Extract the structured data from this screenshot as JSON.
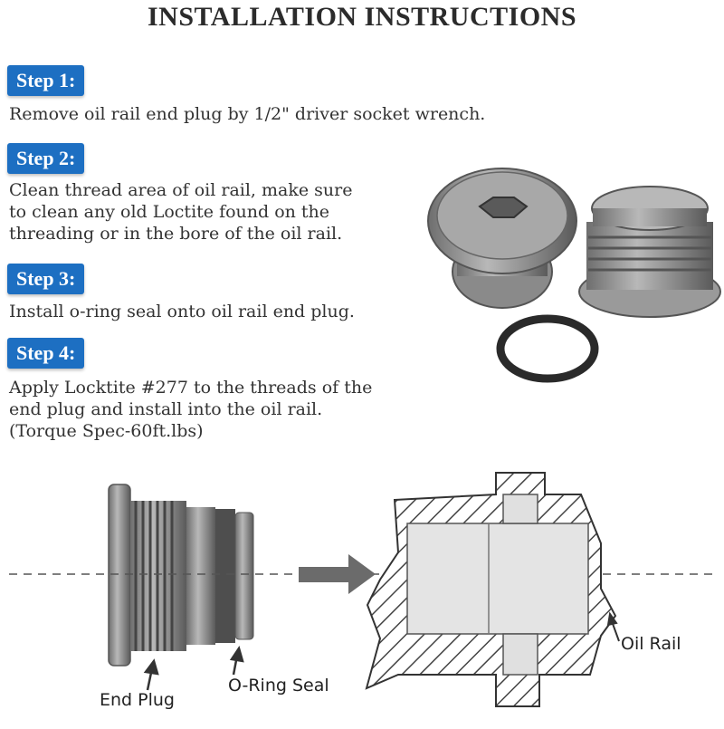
{
  "title": "INSTALLATION INSTRUCTIONS",
  "steps": [
    {
      "label": "Step 1:",
      "text": "Remove oil rail end plug by 1/2\" driver socket wrench."
    },
    {
      "label": "Step 2:",
      "text": "Clean thread area of oil rail, make sure to clean any old Loctite found on the threading or in the bore of the oil rail."
    },
    {
      "label": "Step 3:",
      "text": "Install o-ring seal onto oil rail end plug."
    },
    {
      "label": "Step 4:",
      "text": "Apply Locktite #277 to the threads of the end plug and install into the oil rail. (Torque Spec-60ft.lbs)"
    }
  ],
  "diagram": {
    "end_plug_label": "End Plug",
    "oring_label": "O-Ring Seal",
    "oil_rail_label": "Oil Rail"
  }
}
